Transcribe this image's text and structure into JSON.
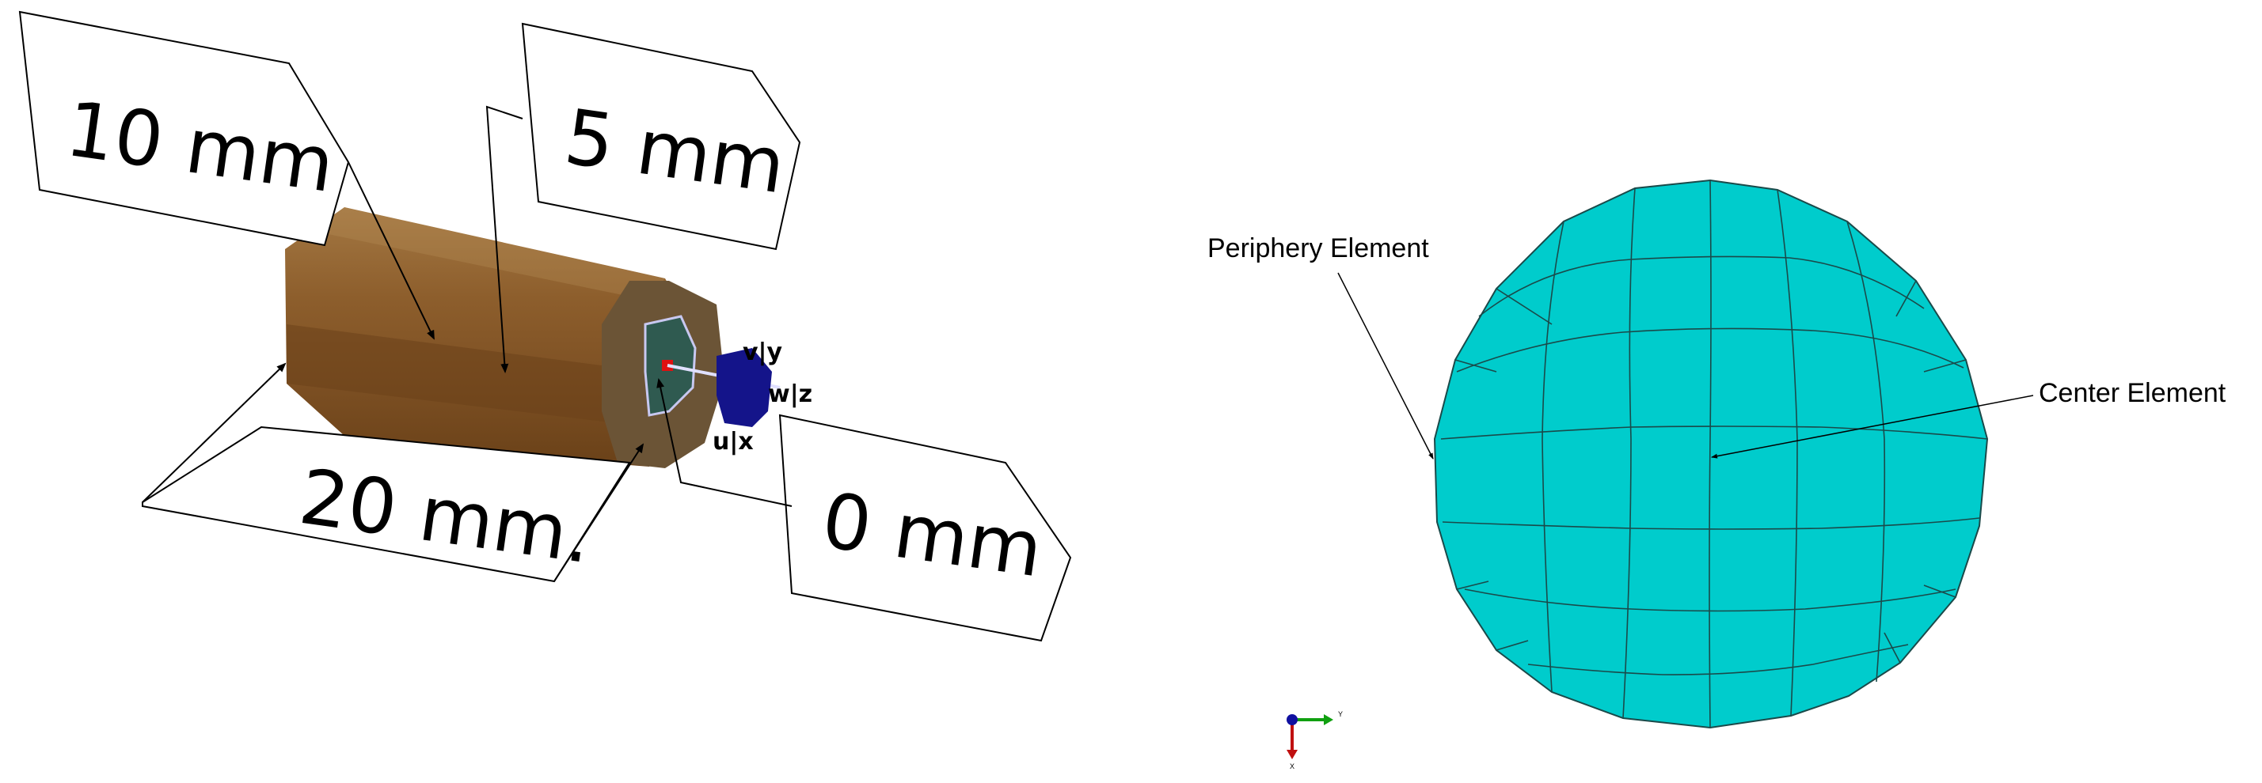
{
  "left_panel": {
    "dimensions": {
      "diameter_outer": "10 mm",
      "diameter_inner": "5 mm",
      "length": "20 mm.",
      "offset": "0 mm"
    },
    "axis_labels": {
      "v": "v|y",
      "w": "w|z",
      "u": "u|x"
    },
    "colors": {
      "cylinder_body": "#8a5a2b",
      "cylinder_end": "#6b5436",
      "core_face": "#2f5a50",
      "axis_marker": "#14148a",
      "origin_point": "#e01010"
    }
  },
  "right_panel": {
    "annotations": {
      "periphery": "Periphery Element",
      "center": "Center Element"
    },
    "triad": {
      "y": "Y",
      "x": "X"
    },
    "colors": {
      "mesh_fill": "#00cccc",
      "mesh_lines": "#1a4a4a",
      "triad_y": "#10a010",
      "triad_x": "#c01010",
      "triad_z": "#1010a0"
    }
  }
}
